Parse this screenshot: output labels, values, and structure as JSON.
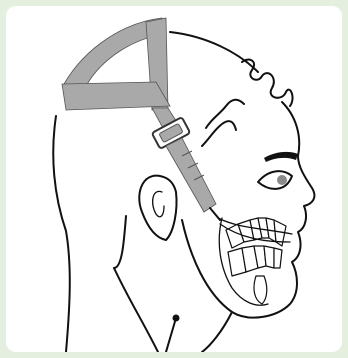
{
  "colors": {
    "background": "#e4efe0",
    "panel": "#ffffff",
    "strap": "#a9a9a9",
    "line": "#111111"
  },
  "figure": {
    "subject": "side-profile-head-with-headgear",
    "parts": [
      "head-outline",
      "ear",
      "eye",
      "headgear-strap",
      "buckle",
      "facebow-tube",
      "teeth-overlay"
    ]
  }
}
